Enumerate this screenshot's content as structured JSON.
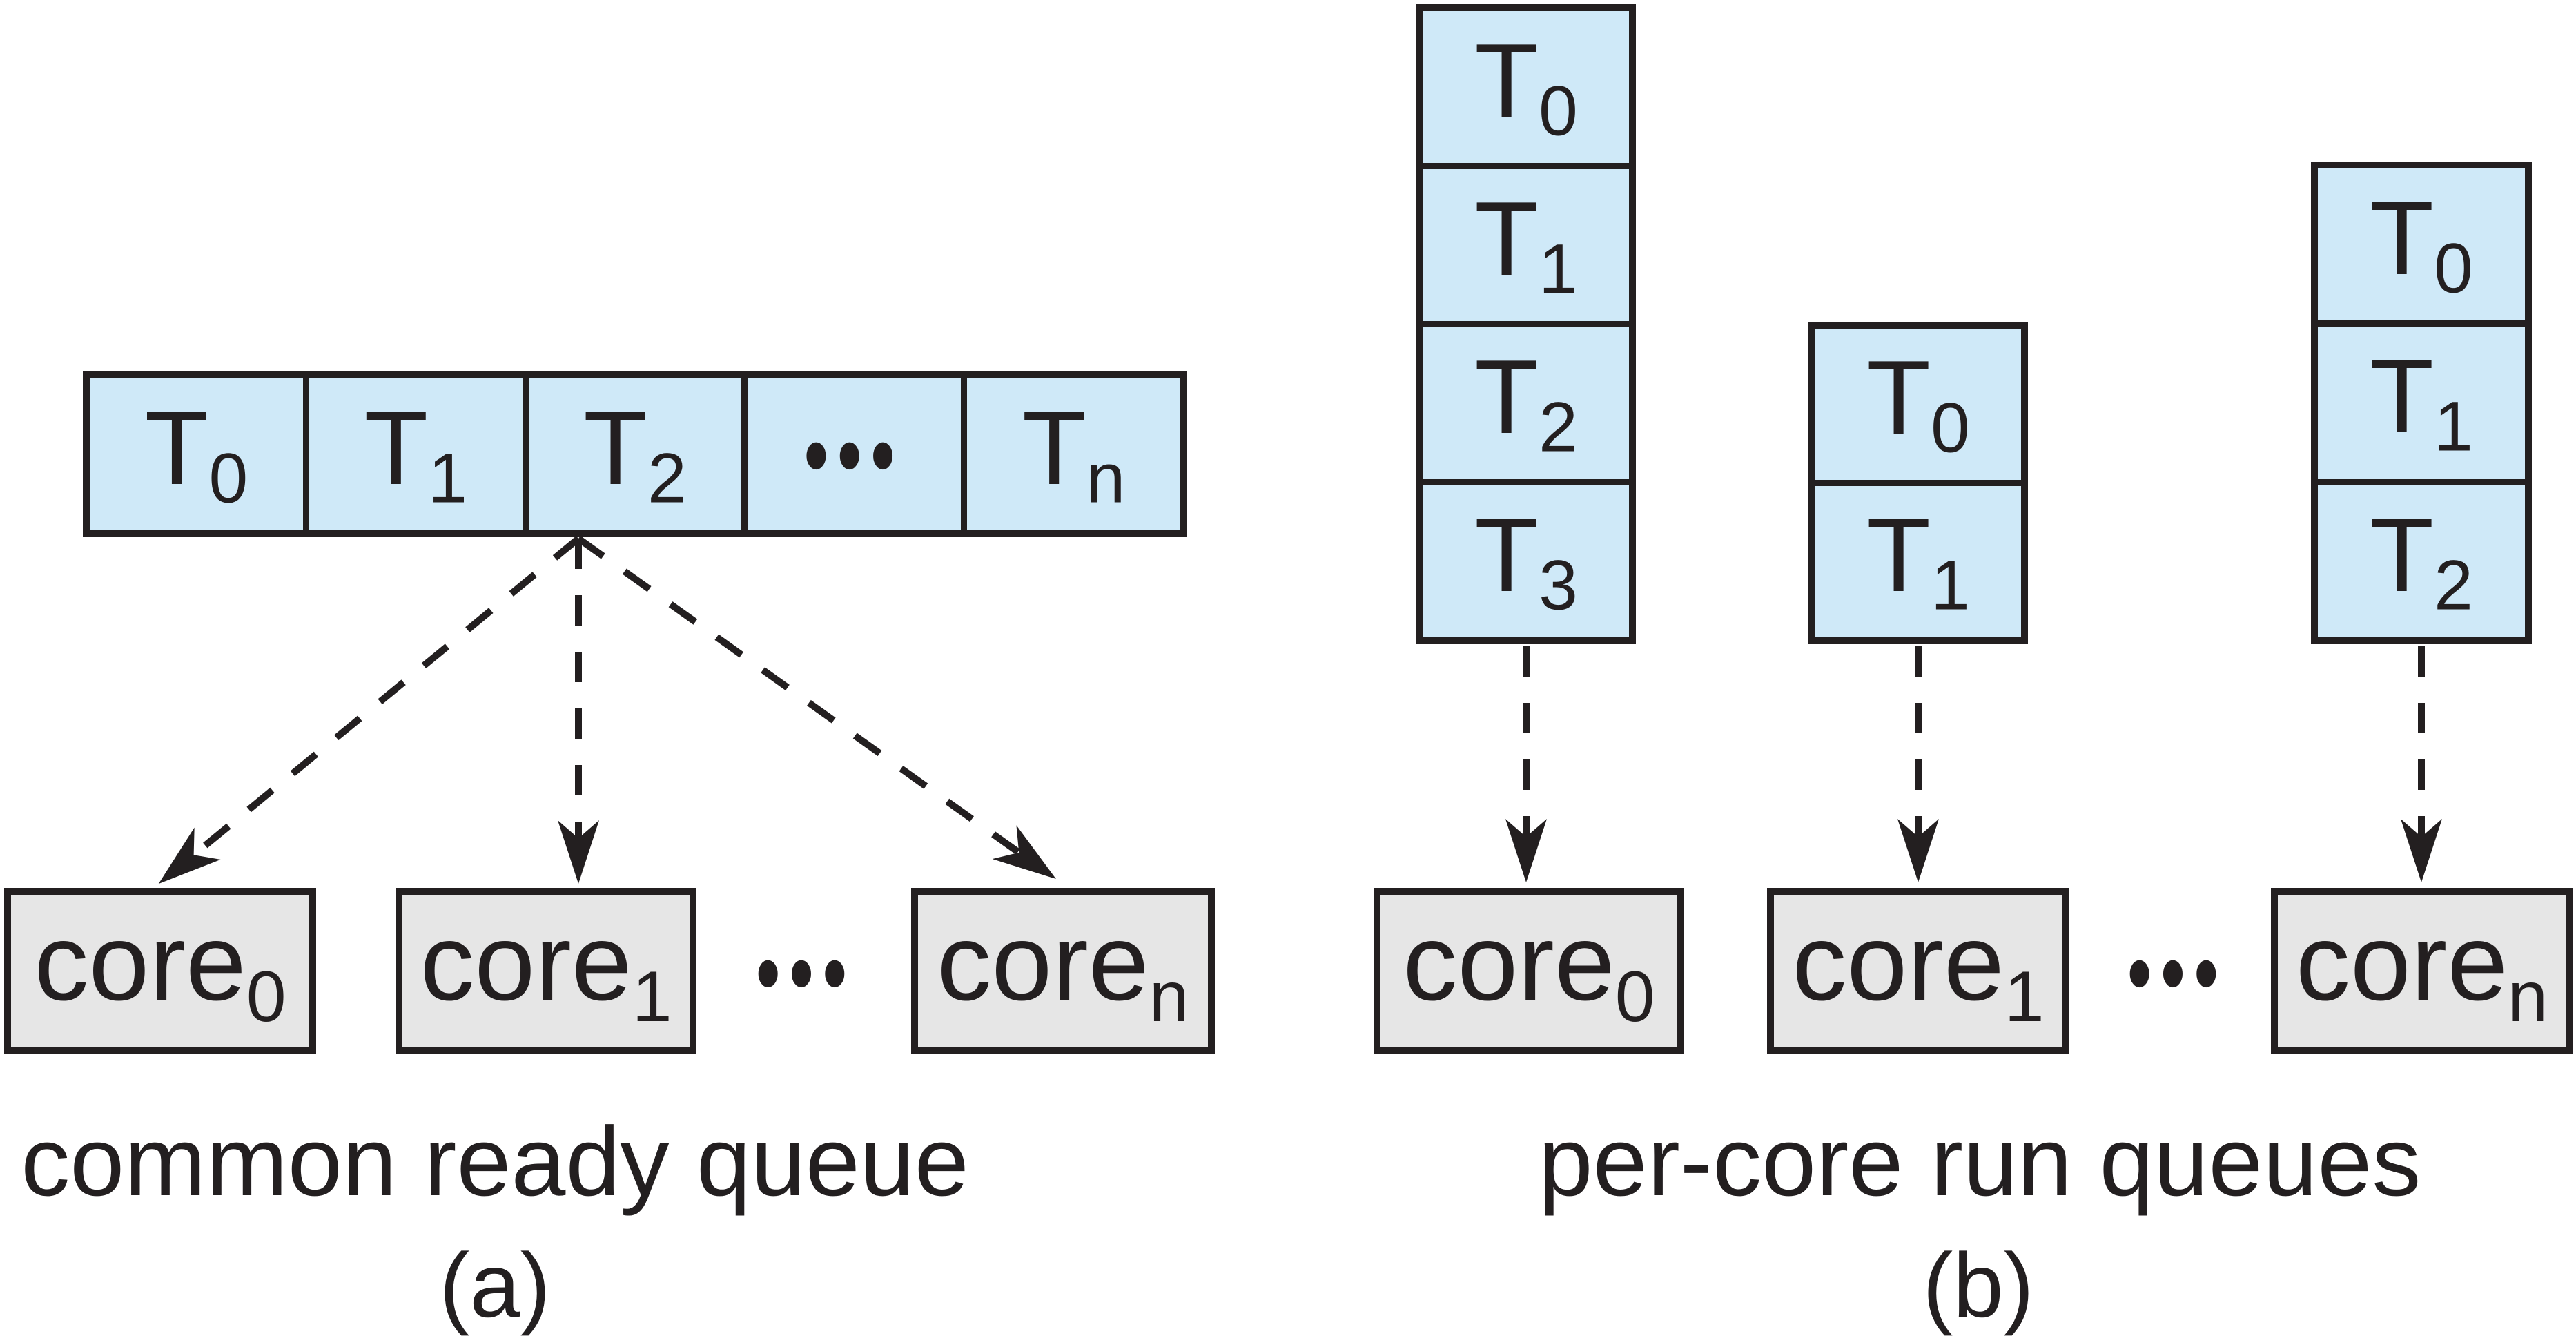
{
  "colors": {
    "thread_cell_fill": "#cfe9f8",
    "core_box_fill": "#e6e6e6",
    "ink": "#231f20",
    "background": "#ffffff"
  },
  "panel_a": {
    "caption": "common ready queue",
    "label": "(a)",
    "ready_queue": {
      "cells": [
        {
          "t": "T",
          "sub": "0"
        },
        {
          "t": "T",
          "sub": "1"
        },
        {
          "t": "T",
          "sub": "2"
        },
        {
          "dots": "•••"
        },
        {
          "t": "T",
          "sub": "n"
        }
      ]
    },
    "cores": [
      {
        "name": "core",
        "sub": "0"
      },
      {
        "name": "core",
        "sub": "1"
      },
      {
        "name": "core",
        "sub": "n"
      }
    ],
    "ellipsis": "•••"
  },
  "panel_b": {
    "caption": "per-core run queues",
    "label": "(b)",
    "run_queues": [
      {
        "cells": [
          {
            "t": "T",
            "sub": "0"
          },
          {
            "t": "T",
            "sub": "1"
          },
          {
            "t": "T",
            "sub": "2"
          },
          {
            "t": "T",
            "sub": "3"
          }
        ]
      },
      {
        "cells": [
          {
            "t": "T",
            "sub": "0"
          },
          {
            "t": "T",
            "sub": "1"
          }
        ]
      },
      {
        "cells": [
          {
            "t": "T",
            "sub": "0"
          },
          {
            "t": "T",
            "sub": "1"
          },
          {
            "t": "T",
            "sub": "2"
          }
        ]
      }
    ],
    "cores": [
      {
        "name": "core",
        "sub": "0"
      },
      {
        "name": "core",
        "sub": "1"
      },
      {
        "name": "core",
        "sub": "n"
      }
    ],
    "ellipsis": "•••"
  }
}
